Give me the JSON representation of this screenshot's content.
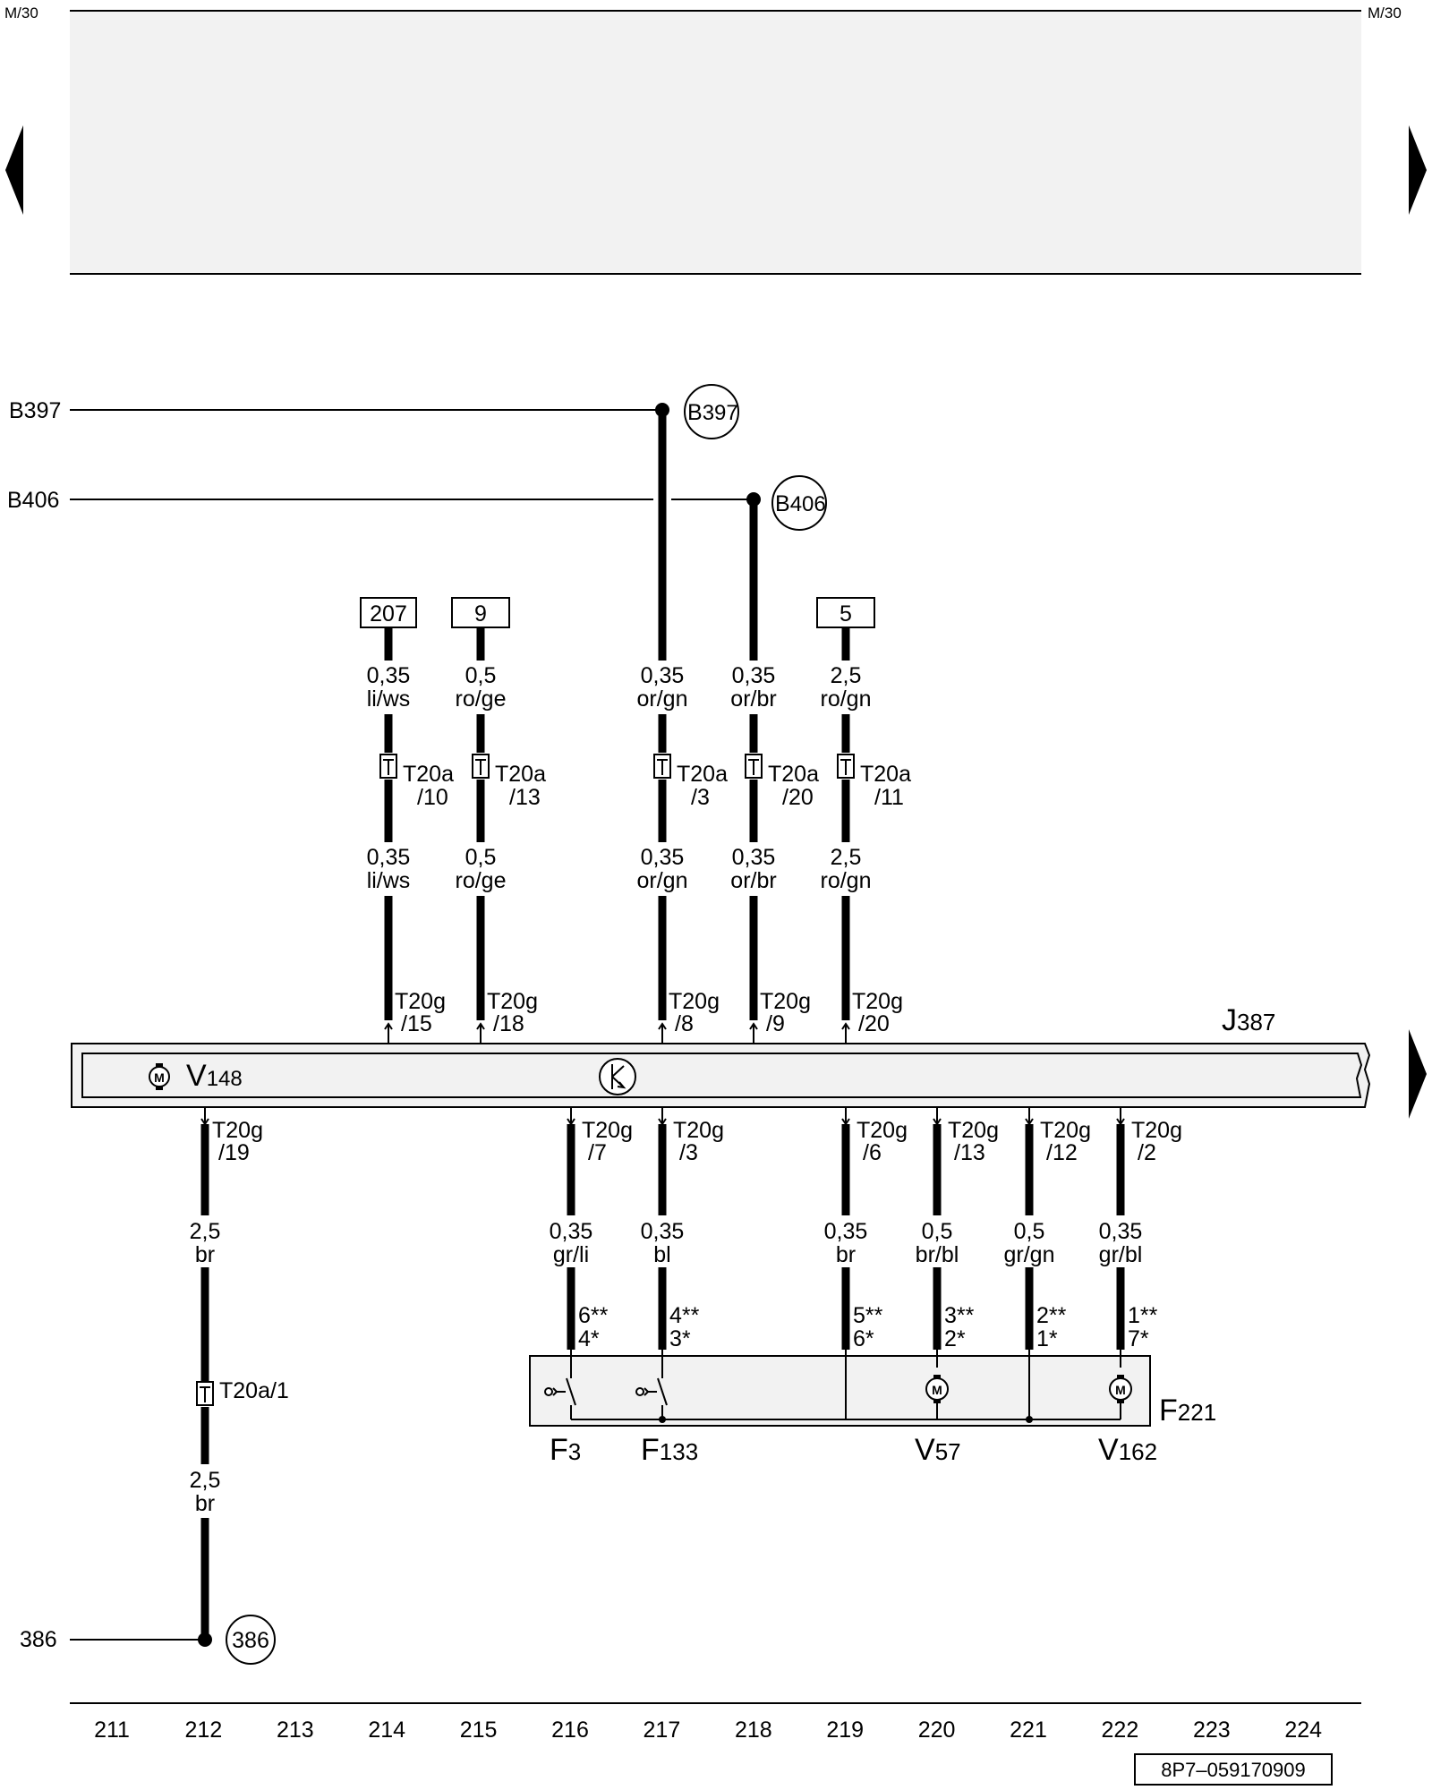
{
  "page": {
    "corner_left": "M/30",
    "corner_right": "M/30",
    "page_code": "8P7–059170909"
  },
  "track_numbers": [
    "211",
    "212",
    "213",
    "214",
    "215",
    "216",
    "217",
    "218",
    "219",
    "220",
    "221",
    "222",
    "223",
    "224"
  ],
  "grounds": {
    "b397": {
      "left_label": "B397",
      "circle_main": "B",
      "circle_sub": "397"
    },
    "b406": {
      "left_label": "B406",
      "circle_main": "B",
      "circle_sub": "406"
    },
    "g386": {
      "left_label": "386",
      "circle": "386"
    }
  },
  "references": {
    "r207": "207",
    "r9": "9",
    "r5": "5"
  },
  "wires_top": [
    {
      "gauge": "0,35",
      "color": "li/ws",
      "conn": "T20a",
      "pin": "/10",
      "gauge2": "0,35",
      "color2": "li/ws",
      "t20g": "T20g",
      "pin_g": "/15"
    },
    {
      "gauge": "0,5",
      "color": "ro/ge",
      "conn": "T20a",
      "pin": "/13",
      "gauge2": "0,5",
      "color2": "ro/ge",
      "t20g": "T20g",
      "pin_g": "/18"
    },
    {
      "gauge": "0,35",
      "color": "or/gn",
      "conn": "T20a",
      "pin": "/3",
      "gauge2": "0,35",
      "color2": "or/gn",
      "t20g": "T20g",
      "pin_g": "/8"
    },
    {
      "gauge": "0,35",
      "color": "or/br",
      "conn": "T20a",
      "pin": "/20",
      "gauge2": "0,35",
      "color2": "or/br",
      "t20g": "T20g",
      "pin_g": "/9"
    },
    {
      "gauge": "2,5",
      "color": "ro/gn",
      "conn": "T20a",
      "pin": "/11",
      "gauge2": "2,5",
      "color2": "ro/gn",
      "t20g": "T20g",
      "pin_g": "/20"
    }
  ],
  "module": {
    "main": "J",
    "sub": "387",
    "motor_main": "V",
    "motor_sub": "148",
    "motor_symbol": "M"
  },
  "wires_bottom": [
    {
      "t20g": "T20g",
      "pin_g": "/19",
      "gauge": "2,5",
      "color": "br",
      "conn": "T20a/1",
      "gauge2": "2,5",
      "color2": "br"
    },
    {
      "t20g": "T20g",
      "pin_g": "/7",
      "gauge": "0,35",
      "color": "gr/li",
      "pin_a": "6",
      "pin_b": "4"
    },
    {
      "t20g": "T20g",
      "pin_g": "/3",
      "gauge": "0,35",
      "color": "bl",
      "pin_a": "4",
      "pin_b": "3"
    },
    {
      "t20g": "T20g",
      "pin_g": "/6",
      "gauge": "0,35",
      "color": "br",
      "pin_a": "5",
      "pin_b": "6"
    },
    {
      "t20g": "T20g",
      "pin_g": "/13",
      "gauge": "0,5",
      "color": "br/bl",
      "pin_a": "3",
      "pin_b": "2"
    },
    {
      "t20g": "T20g",
      "pin_g": "/12",
      "gauge": "0,5",
      "color": "gr/gn",
      "pin_a": "2",
      "pin_b": "1"
    },
    {
      "t20g": "T20g",
      "pin_g": "/2",
      "gauge": "0,35",
      "color": "gr/bl",
      "pin_a": "1",
      "pin_b": "7"
    }
  ],
  "stars": {
    "double": "**",
    "single": "*"
  },
  "components": {
    "f3": {
      "main": "F",
      "sub": "3"
    },
    "f133": {
      "main": "F",
      "sub": "133"
    },
    "v57": {
      "main": "V",
      "sub": "57"
    },
    "v162": {
      "main": "V",
      "sub": "162"
    },
    "f221": {
      "main": "F",
      "sub": "221"
    }
  }
}
